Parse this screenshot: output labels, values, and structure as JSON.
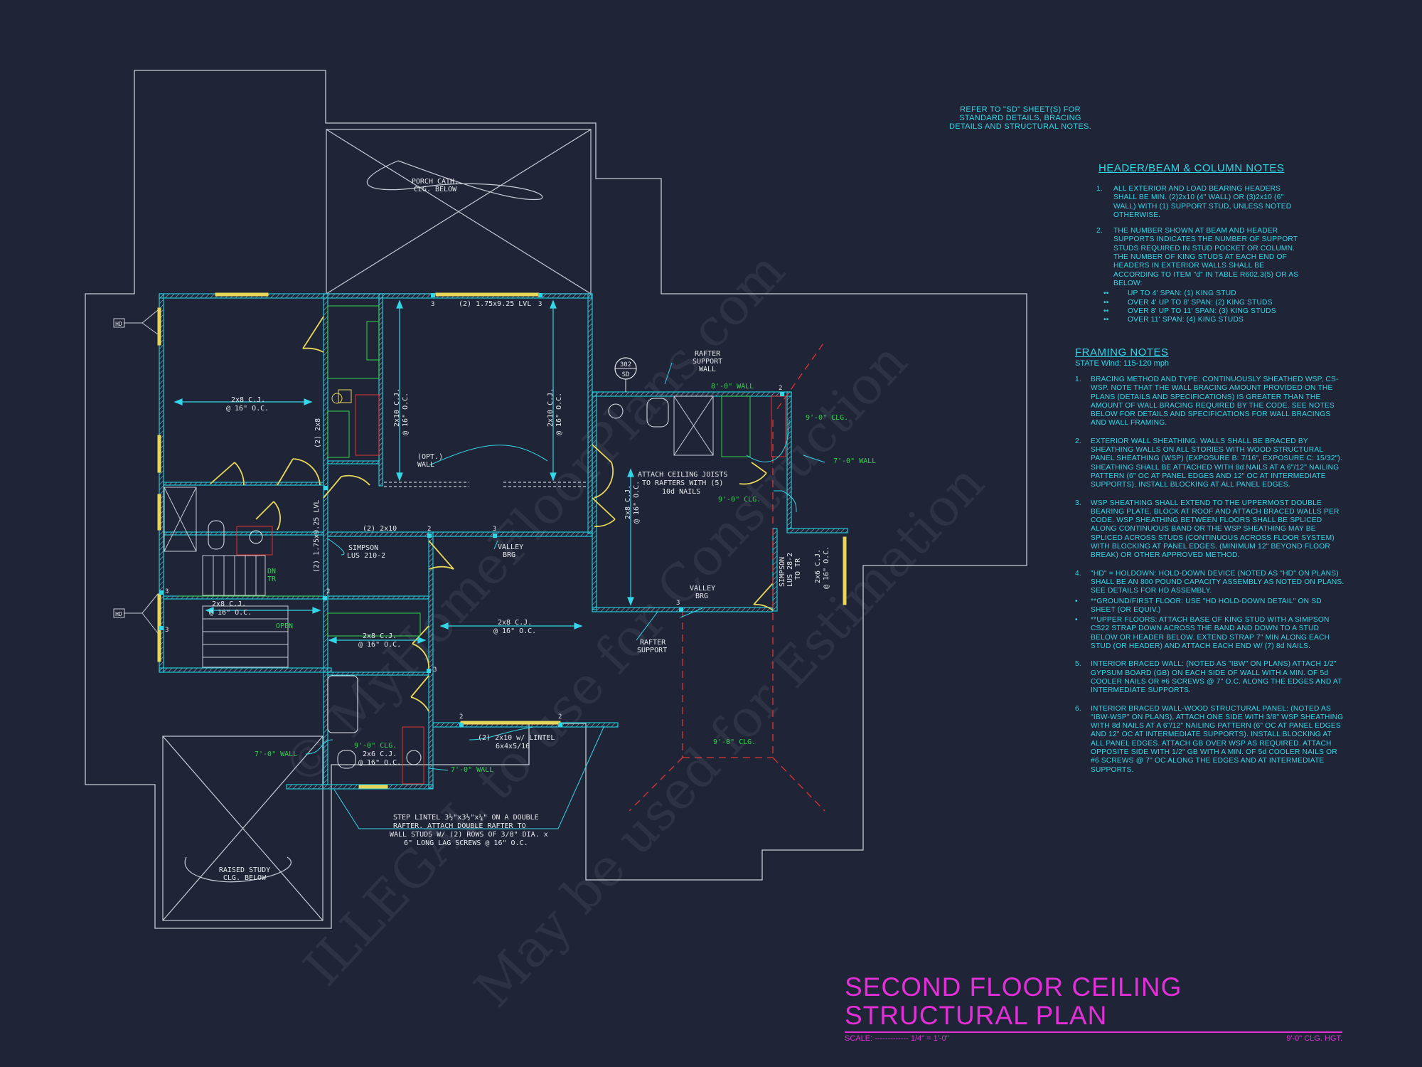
{
  "watermark": {
    "line1": "© MyHomeFloorPlans.com",
    "line2": "ILLEGAL to use for Construction",
    "line3": "May be used for Estimation"
  },
  "title_block": {
    "title": "SECOND FLOOR CEILING STRUCTURAL PLAN",
    "scale_label": "SCALE: ------------- 1/4\" = 1'-0\"",
    "clg_height": "9'-0\" CLG. HGT."
  },
  "reference_note": "REFER TO \"SD\" SHEET(S) FOR STANDARD DETAILS, BRACING DETAILS AND STRUCTURAL NOTES.",
  "header_notes": {
    "title": "HEADER/BEAM & COLUMN NOTES",
    "items": [
      {
        "num": "1.",
        "text": "ALL EXTERIOR AND LOAD BEARING HEADERS SHALL BE MIN. (2)2x10 (4\" WALL) OR (3)2x10 (6\" WALL) WITH (1) SUPPORT STUD, UNLESS NOTED OTHERWISE."
      },
      {
        "num": "2.",
        "text": "THE NUMBER SHOWN AT BEAM AND HEADER SUPPORTS INDICATES THE NUMBER OF SUPPORT STUDS REQUIRED IN STUD POCKET OR COLUMN. THE NUMBER OF KING STUDS AT EACH END OF HEADERS IN EXTERIOR WALLS SHALL BE ACCORDING TO ITEM \"d\" IN TABLE R602.3(5) OR AS BELOW:"
      }
    ],
    "bullets": [
      "UP TO 4' SPAN: (1) KING STUD",
      "OVER 4' UP TO 8' SPAN: (2) KING STUDS",
      "OVER 8' UP TO 11' SPAN: (3) KING STUDS",
      "OVER 11' SPAN: (4) KING STUDS"
    ]
  },
  "framing_notes": {
    "title": "FRAMING NOTES",
    "state": "STATE Wind: 115-120 mph",
    "items": [
      {
        "num": "1.",
        "text": "BRACING METHOD AND TYPE: CONTINUOUSLY SHEATHED WSP, CS-WSP. NOTE THAT THE WALL BRACING AMOUNT PROVIDED ON THE PLANS (DETAILS AND SPECIFICATIONS) IS GREATER THAN THE AMOUNT OF WALL BRACING REQUIRED BY THE CODE. SEE NOTES BELOW FOR DETAILS AND SPECIFICATIONS FOR WALL BRACINGS AND WALL FRAMING."
      },
      {
        "num": "2.",
        "text": "EXTERIOR WALL SHEATHING: WALLS SHALL BE BRACED BY SHEATHING WALLS ON ALL STORIES WITH WOOD STRUCTURAL PANEL SHEATHING (WSP) (EXPOSURE B: 7/16\", EXPOSURE C: 15/32\"). SHEATHING SHALL BE ATTACHED WITH 8d NAILS AT A 6\"/12\" NAILING PATTERN (6\" OC AT PANEL EDGES AND 12\" OC AT INTERMEDIATE SUPPORTS). INSTALL BLOCKING AT ALL PANEL EDGES."
      },
      {
        "num": "3.",
        "text": "WSP SHEATHING SHALL EXTEND TO THE UPPERMOST DOUBLE BEARING PLATE. BLOCK AT ROOF AND ATTACH BRACED WALLS PER CODE. WSP SHEATHING BETWEEN FLOORS SHALL BE SPLICED ALONG CONTINUOUS BAND OR THE WSP SHEATHING MAY BE SPLICED ACROSS STUDS (CONTINUOUS ACROSS FLOOR SYSTEM) WITH BLOCKING AT PANEL EDGES. (MINIMUM 12\" BEYOND FLOOR BREAK) OR OTHER APPROVED METHOD."
      },
      {
        "num": "4.",
        "text": "\"HD\" = HOLDOWN: HOLD-DOWN DEVICE (NOTED AS \"HD\" ON PLANS) SHALL BE AN 800 POUND CAPACITY ASSEMBLY AS NOTED ON PLANS. SEE DETAILS FOR HD ASSEMBLY."
      },
      {
        "num": "•",
        "text": "**GROUND/FIRST FLOOR: USE \"HD HOLD-DOWN DETAIL\" ON SD SHEET (OR EQUIV.)"
      },
      {
        "num": "•",
        "text": "**UPPER FLOORS: ATTACH BASE OF KING STUD WITH A SIMPSON CS22 STRAP DOWN ACROSS THE BAND AND DOWN TO A STUD BELOW OR HEADER BELOW. EXTEND STRAP 7\" MIN ALONG EACH STUD (OR HEADER) AND ATTACH EACH END W/ (7) 8d NAILS."
      },
      {
        "num": "5.",
        "text": "INTERIOR BRACED WALL: (NOTED AS \"IBW\" ON PLANS) ATTACH 1/2\" GYPSUM BOARD (GB) ON EACH SIDE OF WALL WITH A MIN. OF 5d COOLER NAILS OR #6 SCREWS @ 7\" O.C. ALONG THE EDGES AND AT INTERMEDIATE SUPPORTS."
      },
      {
        "num": "6.",
        "text": "INTERIOR BRACED WALL-WOOD STRUCTURAL PANEL: (NOTED AS \"IBW-WSP\" ON PLANS), ATTACH ONE SIDE WITH 3/8\" WSP SHEATHING WITH 8d NAILS AT A 6\"/12\" NAILING PATTERN (6\" OC AT PANEL EDGES AND 12\" OC AT INTERMEDIATE SUPPORTS). INSTALL BLOCKING AT ALL PANEL EDGES. ATTACH GB OVER WSP AS REQUIRED. ATTACH OPPOSITE SIDE WITH 1/2\" GB WITH A MIN. OF 5d COOLER NAILS OR #6 SCREWS @ 7\" OC ALONG THE EDGES AND AT INTERMEDIATE SUPPORTS."
      }
    ]
  },
  "plan_labels": {
    "porch": "PORCH CATH.",
    "porch2": "CLG. BELOW",
    "raised": "RAISED STUDY",
    "raised2": "CLG. BELOW",
    "lvl_top": "(2) 1.75x9.25 LVL",
    "lvl_vert": "(2) 1.75x9.25 LVL",
    "cj_left": "2x8 C.J.",
    "cj_oc": "@ 16\" O.C.",
    "cj_2x10_a": "2x10 C.J.",
    "cj_2x10_b": "2x10 C.J.",
    "cj_2x8_right": "2x8 C.J.",
    "cj_2x6_right": "2x6 C.J.",
    "cj_2x8_mid": "2x8 C.J.",
    "cj_2x8_stair": "2x8 C.J.",
    "cj_2x8_small": "2x8 C.J.",
    "cj_2x6_bath": "2x6 C.J.",
    "two_2x8": "(2) 2x8",
    "two_2x10": "(2) 2x10",
    "opt_wall": "(OPT.)",
    "opt_wall2": "WALL",
    "simpson_lus210": "SIMPSON",
    "simpson_lus210b": "LUS 210-2",
    "simpson_lus28": "SIMPSON",
    "simpson_lus28b": "LUS 28-2",
    "to_tr": "TO TR",
    "valley_brg": "VALLEY",
    "valley_brg2": "BRG",
    "valley_brg_right": "VALLEY",
    "valley_brg_right2": "BRG",
    "rafter_support_wall": "RAFTER",
    "rafter_support_wall2": "SUPPORT",
    "rafter_support_wall3": "WALL",
    "rafter_support": "RAFTER",
    "rafter_support2": "SUPPORT",
    "attach_cj": "ATTACH CEILING JOISTS",
    "attach_cj2": "TO RAFTERS WITH (5)",
    "attach_cj3": "10d NAILS",
    "wall_8": "8'-0\" WALL",
    "clg_9a": "9'-0\" CLG.",
    "clg_9b": "9'-0\" CLG.",
    "clg_9c": "9'-0\" CLG.",
    "clg_9d": "9'-0\" CLG.",
    "wall_7a": "7'-0\" WALL",
    "wall_7b": "7'-0\" WALL",
    "wall_7c": "7'-0\" WALL",
    "lintel": "(2) 2x10 w/ LINTEL",
    "lintel2": "6x4x5/16",
    "step_lintel": "STEP LINTEL 3½\"x3½\"x¼\" ON A DOUBLE",
    "step_lintel2": "RAFTER.  ATTACH DOUBLE RAFTER TO",
    "step_lintel3": "WALL STUDS W/ (2) ROWS OF 3/8\" DIA. x",
    "step_lintel4": "6\" LONG LAG SCREWS @ 16\" O.C.",
    "open": "OPEN",
    "dn": "DN",
    "tr": "TR",
    "hd_a": "HD",
    "hd_b": "HD",
    "detail_num": "302",
    "detail_sheet": "SD",
    "n3": "3",
    "n2": "2"
  }
}
